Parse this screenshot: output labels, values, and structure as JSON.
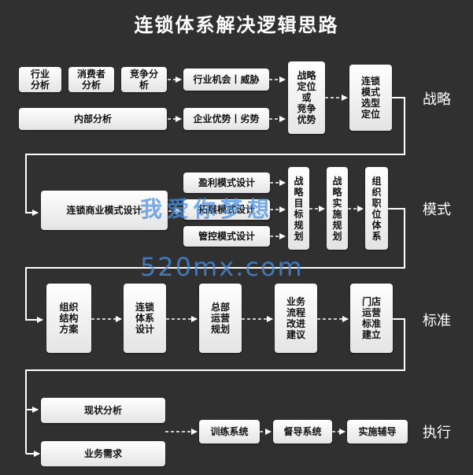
{
  "title": "连锁体系解决逻辑思路",
  "stages": {
    "strategy": "战略",
    "model": "模式",
    "standard": "标准",
    "execution": "执行"
  },
  "row1": {
    "industry_analysis": "行业\n分析",
    "consumer_analysis": "消费者\n分析",
    "competition_analysis": "竞争分\n析",
    "internal_analysis": "内部分析",
    "opportunity_threat": "行业机会丨威胁",
    "advantage_disadvantage": "企业优势丨劣势",
    "strategic_positioning": "战略\n定位\n或\n竞争\n优势",
    "chain_model_positioning": "连锁\n模式\n选型\n定位"
  },
  "row2": {
    "chain_business_model": "连锁商业模式设计",
    "profit_model": "盈利模式设计",
    "expansion_model": "拓展模式设计",
    "control_model": "管控模式设计",
    "strategic_target_plan": "战\n略\n目\n标\n规\n划",
    "strategic_implementation_plan": "战\n略\n实\n施\n规\n划",
    "org_position_system": "组\n织\n职\n位\n体\n系"
  },
  "row3": {
    "org_structure": "组织\n结构\n方案",
    "chain_system_design": "连锁\n体系\n设计",
    "hq_operation_plan": "总部\n运营\n规划",
    "business_process": "业务\n流程\n改进\n建议",
    "store_standard": "门店\n运营\n标准\n建立"
  },
  "row4": {
    "current_analysis": "现状分析",
    "business_demand": "业务需求",
    "training_system": "训练系统",
    "supervision_system": "督导系统",
    "implementation_support": "实施辅导"
  },
  "watermark": {
    "line1": "我爱你梦想",
    "line2": "520mx.com"
  }
}
